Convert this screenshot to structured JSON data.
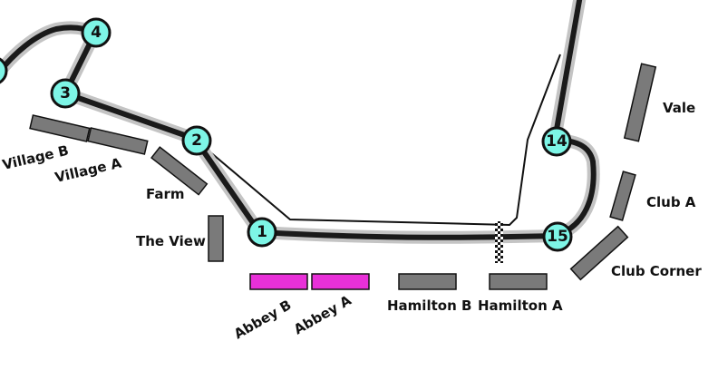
{
  "colors": {
    "track_outer": "#c4c4c4",
    "track_inner": "#1a1a1a",
    "turn_fill": "#7df5e6",
    "stand_default": "#7a7a7a",
    "stand_selected": "#e830d8"
  },
  "turns": [
    "4",
    "3",
    "2",
    "1",
    "14",
    "15"
  ],
  "grandstands": {
    "village_b": {
      "label": "Village B",
      "selected": false
    },
    "village_a": {
      "label": "Village A",
      "selected": false
    },
    "farm": {
      "label": "Farm",
      "selected": false
    },
    "the_view": {
      "label": "The View",
      "selected": false
    },
    "abbey_b": {
      "label": "Abbey B",
      "selected": true
    },
    "abbey_a": {
      "label": "Abbey A",
      "selected": true
    },
    "hamilton_b": {
      "label": "Hamilton B",
      "selected": false
    },
    "hamilton_a": {
      "label": "Hamilton A",
      "selected": false
    },
    "club_corner": {
      "label": "Club Corner",
      "selected": false
    },
    "club_a": {
      "label": "Club A",
      "selected": false
    },
    "vale": {
      "label": "Vale",
      "selected": false
    }
  }
}
